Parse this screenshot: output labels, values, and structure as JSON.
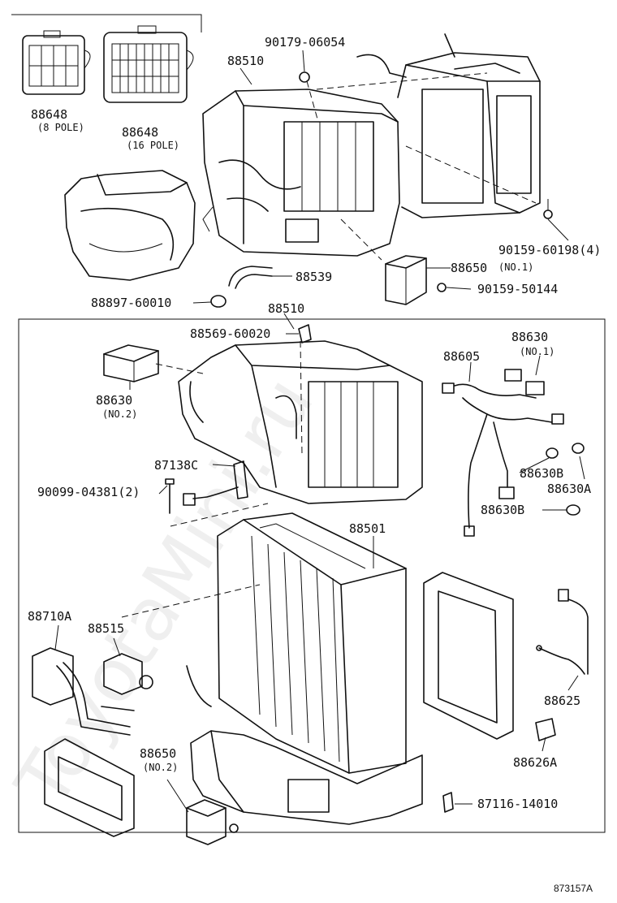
{
  "diagram": {
    "labels": {
      "p88648_8": "88648",
      "p88648_8_sub": "(8 POLE)",
      "p88648_16": "88648",
      "p88648_16_sub": "(16 POLE)",
      "p90179": "90179-06054",
      "p88510_top": "88510",
      "p90159_60198": "90159-60198(4)",
      "p88650_no1": "88650",
      "p88650_no1_sub": "(NO.1)",
      "p90159_50144": "90159-50144",
      "p88539": "88539",
      "p88897": "88897-60010",
      "p88510_mid": "88510",
      "p88569": "88569-60020",
      "p88630_no1": "88630",
      "p88630_no1_sub": "(NO.1)",
      "p88605": "88605",
      "p88630_no2": "88630",
      "p88630_no2_sub": "(NO.2)",
      "p87138c": "87138C",
      "p90099": "90099-04381(2)",
      "p88630b_1": "88630B",
      "p88630a": "88630A",
      "p88630b_2": "88630B",
      "p88501": "88501",
      "p88710a": "88710A",
      "p88515": "88515",
      "p88625": "88625",
      "p88650_no2": "88650",
      "p88650_no2_sub": "(NO.2)",
      "p88626a": "88626A",
      "p87116": "87116-14010"
    },
    "footer_code": "873157A",
    "watermark": "ToyotaMini.ru"
  }
}
